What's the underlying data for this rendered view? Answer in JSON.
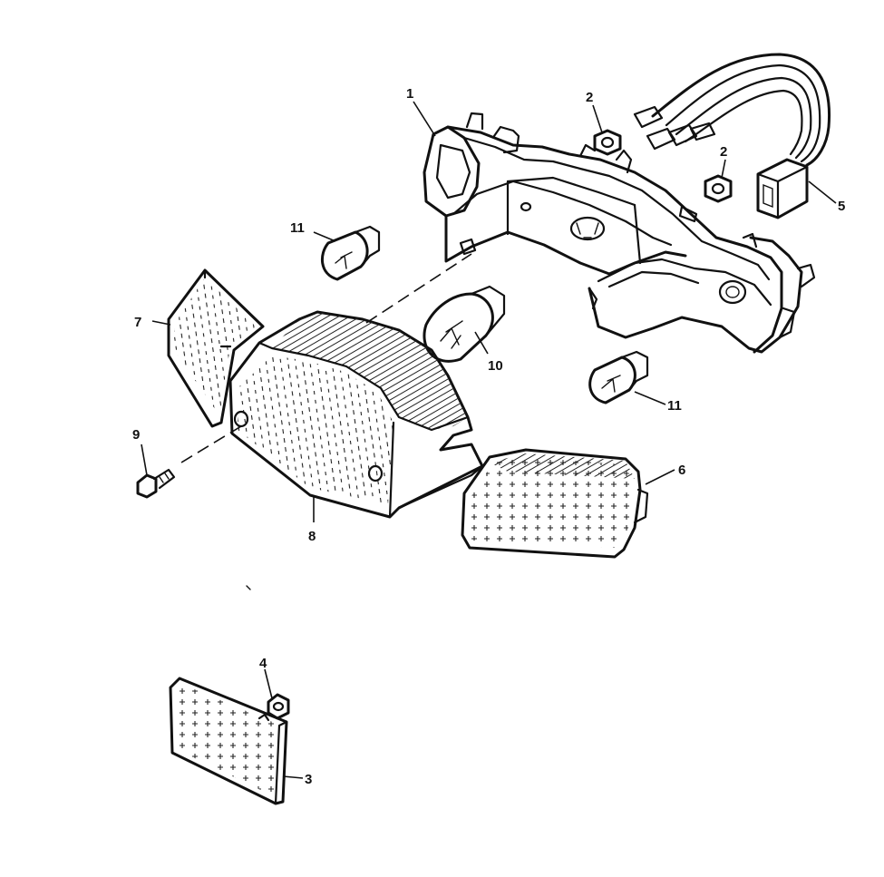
{
  "diagram": {
    "callouts": [
      {
        "id": "callout-1",
        "text": "1"
      },
      {
        "id": "callout-2a",
        "text": "2"
      },
      {
        "id": "callout-2b",
        "text": "2"
      },
      {
        "id": "callout-3",
        "text": "3"
      },
      {
        "id": "callout-4",
        "text": "4"
      },
      {
        "id": "callout-5",
        "text": "5"
      },
      {
        "id": "callout-6",
        "text": "6"
      },
      {
        "id": "callout-7",
        "text": "7"
      },
      {
        "id": "callout-8",
        "text": "8"
      },
      {
        "id": "callout-9",
        "text": "9"
      },
      {
        "id": "callout-10",
        "text": "10"
      },
      {
        "id": "callout-11a",
        "text": "11"
      },
      {
        "id": "callout-11b",
        "text": "11"
      }
    ],
    "colors": {
      "ink": "#111111",
      "paper": "#ffffff"
    }
  }
}
